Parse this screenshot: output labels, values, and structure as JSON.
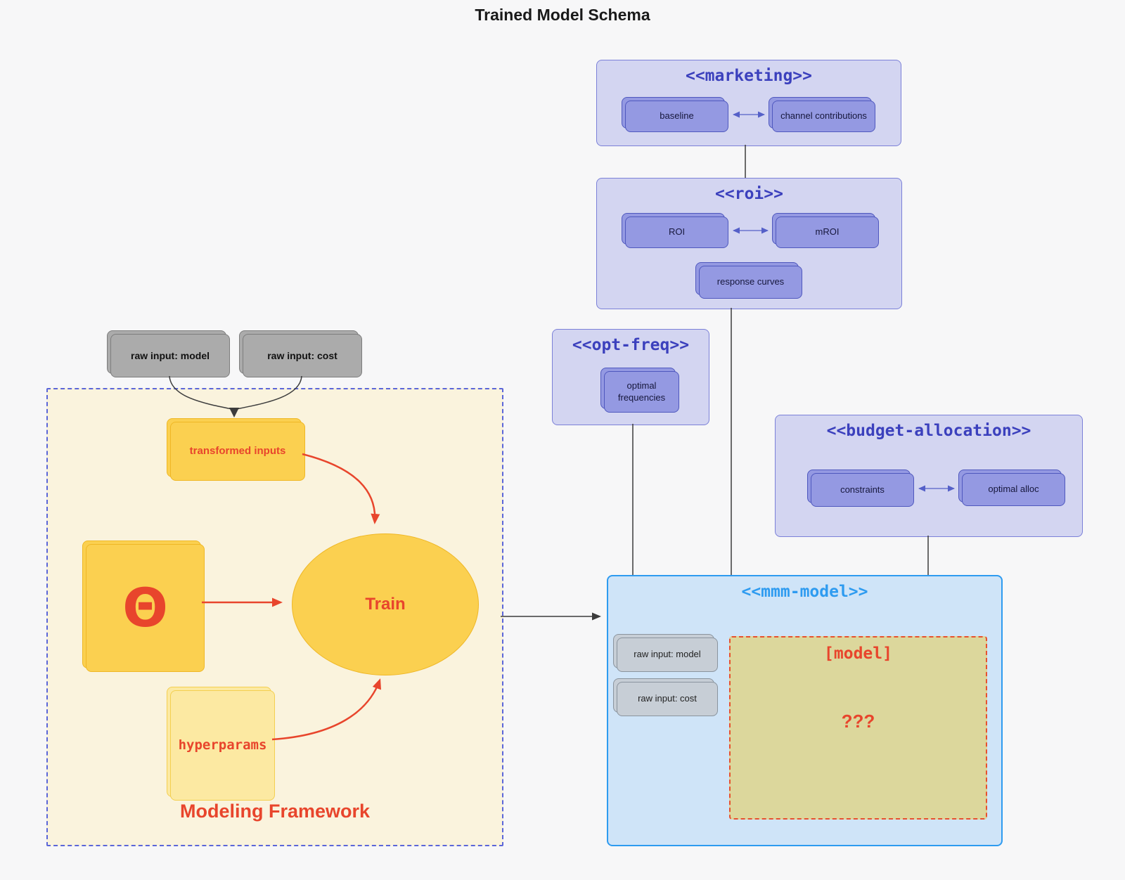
{
  "title": "Trained Model Schema",
  "colors": {
    "page_bg": "#f7f7f8",
    "purple_container_fill": "#d3d5f1",
    "purple_container_border": "#7b80d8",
    "purple_title": "#3b40bd",
    "purple_node_fill": "#9499e2",
    "purple_node_border": "#4f58be",
    "gray_node_fill": "#ababab",
    "gray_node_border": "#7d7d7d",
    "mmm_fill": "#cfe4f8",
    "mmm_border": "#2e9bf0",
    "mmm_gray_node_fill": "#c7ced6",
    "khaki_fill": "#dcd79c",
    "red_accent": "#e8452c",
    "framework_fill": "#faf3dd",
    "framework_border": "#5b66d9",
    "yellow_fill": "#fbd050",
    "yellow_border": "#efb725",
    "hyperparams_fill": "#fce9a2",
    "edge_dark": "#3c3c3c",
    "edge_purple": "#5560c8"
  },
  "inputs": {
    "raw_model": "raw input: model",
    "raw_cost": "raw input: cost"
  },
  "marketing": {
    "title": "<<marketing>>",
    "baseline": "baseline",
    "channel_contributions": "channel contributions"
  },
  "roi": {
    "title": "<<roi>>",
    "roi": "ROI",
    "mroi": "mROI",
    "response_curves": "response curves"
  },
  "opt_freq": {
    "title": "<<opt-freq>>",
    "optimal_frequencies": "optimal frequencies"
  },
  "budget_allocation": {
    "title": "<<budget-allocation>>",
    "constraints": "constraints",
    "optimal_alloc": "optimal alloc"
  },
  "mmm_model": {
    "title": "<<mmm-model>>",
    "raw_input_model": "raw input: model",
    "raw_input_cost": "raw input: cost",
    "model_title": "[model]",
    "model_placeholder": "???"
  },
  "framework": {
    "label": "Modeling Framework",
    "transformed_inputs": "transformed inputs",
    "theta": "Θ",
    "train": "Train",
    "hyperparams": "hyperparams"
  }
}
